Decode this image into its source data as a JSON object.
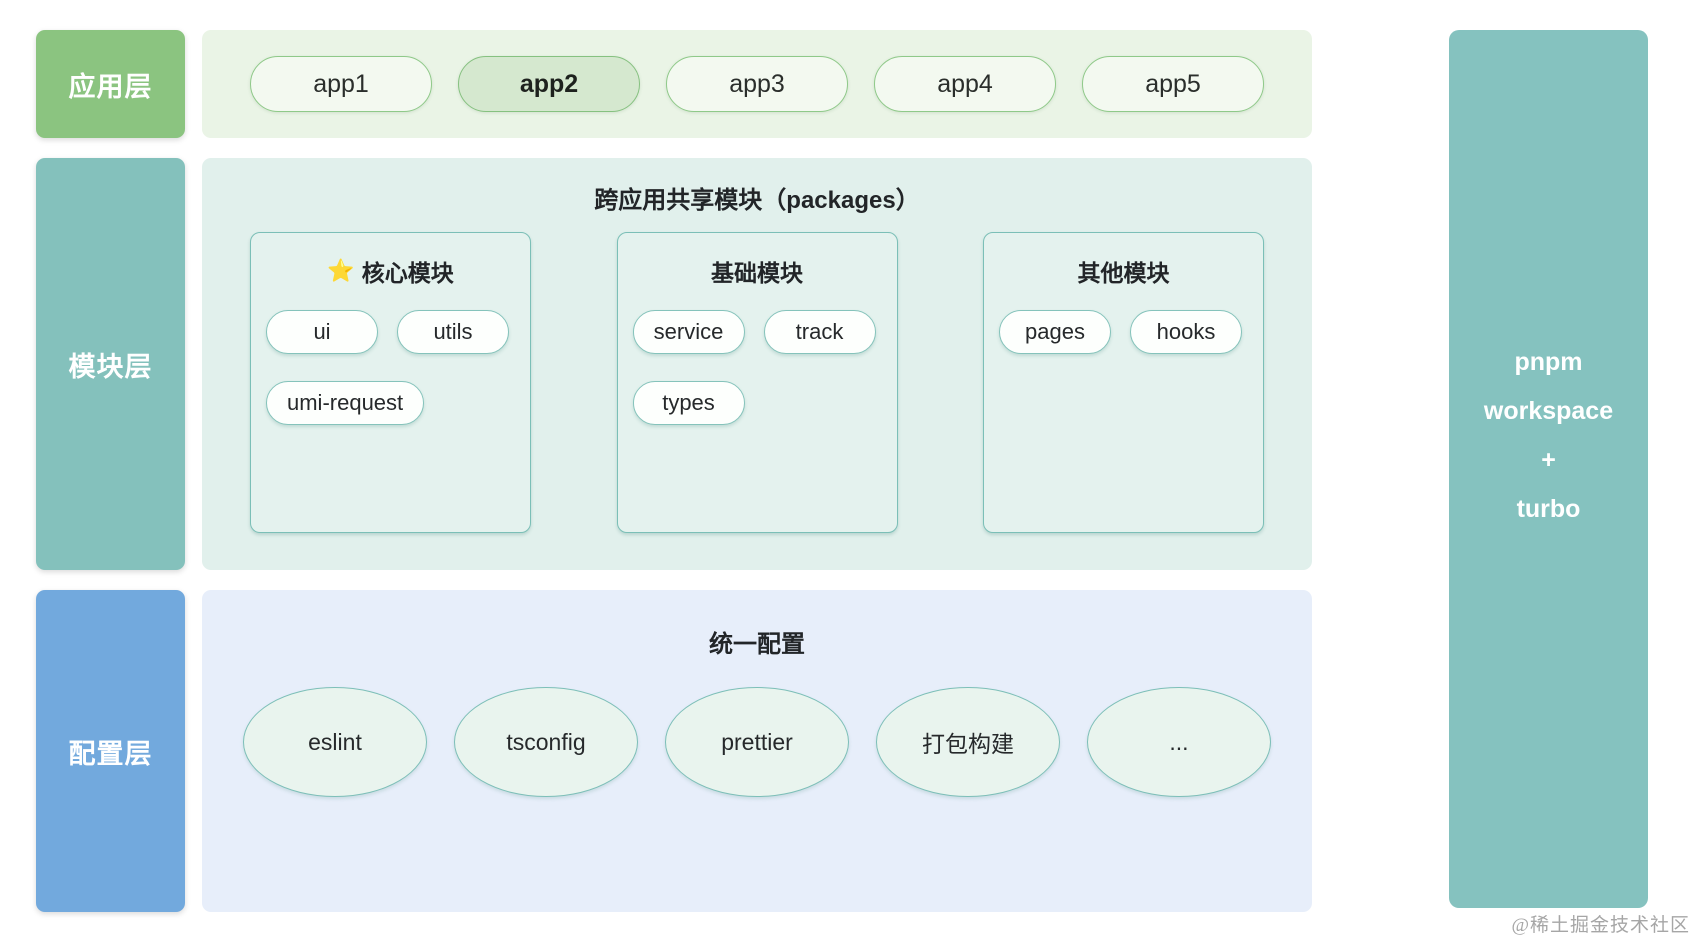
{
  "diagram": {
    "layers": [
      {
        "label": "应用层"
      },
      {
        "label": "模块层"
      },
      {
        "label": "配置层"
      }
    ],
    "app_section": {
      "apps": [
        {
          "label": "app1"
        },
        {
          "label": "app2"
        },
        {
          "label": "app3"
        },
        {
          "label": "app4"
        },
        {
          "label": "app5"
        }
      ],
      "active_app": "app2"
    },
    "module_section": {
      "title": "跨应用共享模块（packages）",
      "cards": [
        {
          "icon": "⭐",
          "title": "核心模块",
          "pills": [
            "ui",
            "utils",
            "umi-request"
          ]
        },
        {
          "icon": "",
          "title": "基础模块",
          "pills": [
            "service",
            "track",
            "types"
          ]
        },
        {
          "icon": "",
          "title": "其他模块",
          "pills": [
            "pages",
            "hooks"
          ]
        }
      ]
    },
    "config_section": {
      "title": "统一配置",
      "items": [
        "eslint",
        "tsconfig",
        "prettier",
        "打包构建",
        "..."
      ]
    },
    "sidebar": {
      "lines": [
        "pnpm",
        "workspace",
        "+",
        "turbo"
      ]
    },
    "watermark": "@稀土掘金技术社区"
  },
  "colors": {
    "layer_app_bg": "#8bc480",
    "layer_module_bg": "#84c1bc",
    "layer_config_bg": "#72a9dd",
    "app_section_bg": "#eaf4e6",
    "module_section_bg": "#e1f0ec",
    "config_section_bg": "#e7eefa",
    "sidebar_bg": "#85c2bf",
    "app_pill_bg": "#f3f9f0",
    "app_pill_border": "#8fc989",
    "active_app_pill_bg": "#d5e8cf",
    "card_border": "#7bbfb7",
    "module_pill_bg": "#fdfffd",
    "module_pill_border": "#85c3bb",
    "ellipse_bg": "#e9f4ee",
    "ellipse_border": "#7dbfb8",
    "text_dark": "#25282a",
    "watermark_text": "#a6a6a6"
  }
}
